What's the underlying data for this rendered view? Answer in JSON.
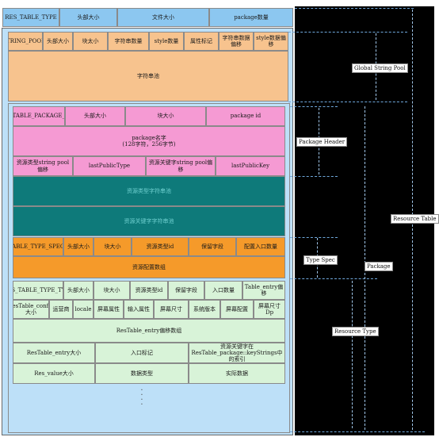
{
  "header_row": [
    "RES_TABLE_TYPE",
    "头部大小",
    "文件大小",
    "package数量"
  ],
  "string_pool": {
    "row": [
      "RES_STRING_POOL_TYPE",
      "头部大小",
      "块太小",
      "字符串数量",
      "style数量",
      "属性标记",
      "字符串数据偏移",
      "style数据偏移"
    ],
    "array": "字符串池"
  },
  "package": {
    "row1": [
      "RES_TABLE_PACKAGE_TYPE",
      "头部大小",
      "块大小",
      "package id"
    ],
    "name": "package名字\n(128字符，256字节)",
    "row3": [
      "资源类型string pool偏移",
      "lastPublicType",
      "资源关键字string pool偏移",
      "lastPublicKey"
    ],
    "type_pool": "资源类型字符串池",
    "key_pool": "资源关键字字符串池"
  },
  "type_spec": {
    "row": [
      "RES_TABLE_TYPE_SPEC_TYPE",
      "头部大小",
      "块大小",
      "资源类型id",
      "保留字段",
      "配置入口数量"
    ],
    "array": "资源配置数组"
  },
  "type": {
    "row": [
      "RES_TABLE_TYPE_TYPE",
      "头部大小",
      "块大小",
      "资源类型id",
      "保留字段",
      "入口数量",
      "Table_entry偏移"
    ],
    "config": [
      "ResTable_config大小",
      "运营商",
      "locale",
      "屏幕属性",
      "输入属性",
      "屏幕尺寸",
      "系统版本",
      "屏幕配置",
      "屏幕尺寸Dp"
    ],
    "offsets": "ResTable_entry偏移数组",
    "entry": [
      "ResTable_entry大小",
      "入口标记",
      "资源关键字在ResTable_package::keyStrings中的索引"
    ],
    "value": [
      "Res_value大小",
      "数据类型",
      "实际数据"
    ]
  },
  "labels": {
    "global_string_pool": "Global String Pool",
    "package_header": "Package Header",
    "type_spec": "Type Spec",
    "package": "Package",
    "resource_type": "Resource Type",
    "resource_table": "Resource Table"
  },
  "colors": {
    "header_blue": "#8cc7f0",
    "background_blue": "#bde0f8",
    "string_pool_orange": "#f7c38e",
    "package_pink": "#f59ad3",
    "pool_teal": "#0e7a7a",
    "type_spec_orange": "#f59a2a",
    "type_green": "#d8f3d8",
    "right_panel": "#000000"
  }
}
